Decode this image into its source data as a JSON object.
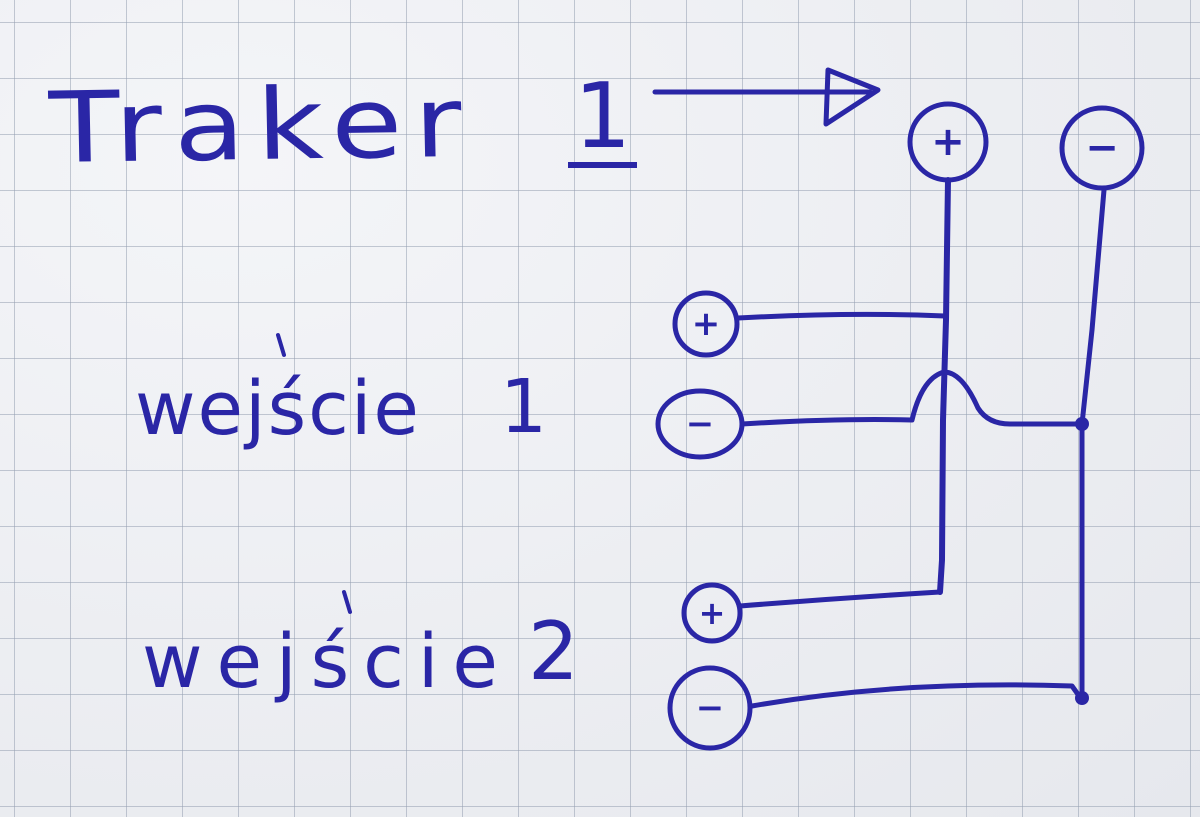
{
  "title": {
    "text": "Traker",
    "number": "1"
  },
  "tracker_terminals": {
    "positive": "+",
    "negative": "−"
  },
  "inputs": [
    {
      "label": "wejście",
      "number": "1",
      "positive": "+",
      "negative": "−"
    },
    {
      "label": "wejście",
      "number": "2",
      "positive": "+",
      "negative": "−"
    }
  ],
  "colors": {
    "ink": "#2a26a6",
    "paper": "#eef0f4",
    "grid": "#969fb2"
  }
}
